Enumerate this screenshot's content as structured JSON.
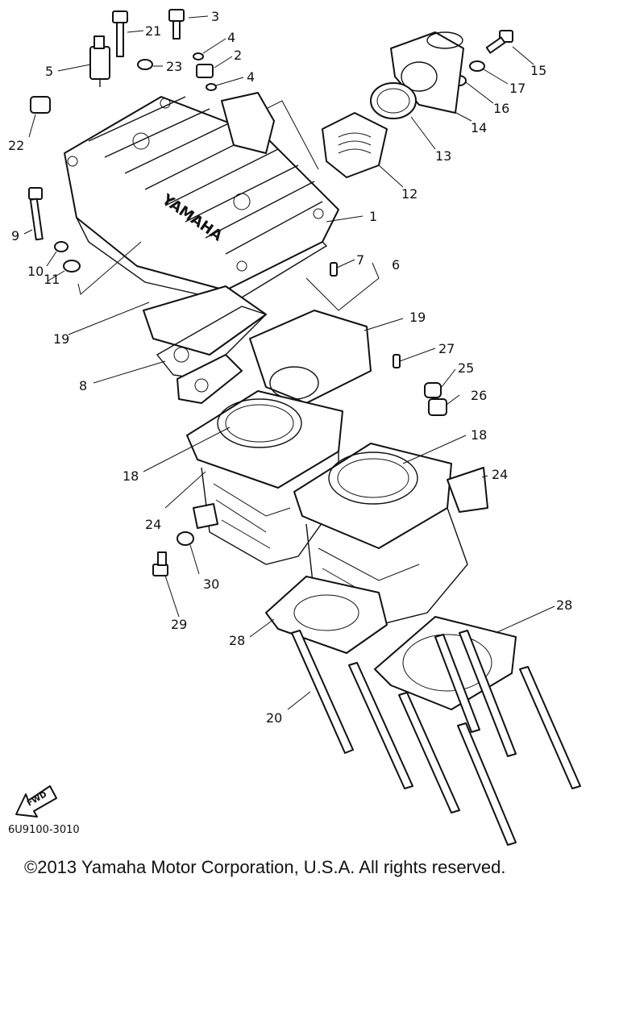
{
  "diagram": {
    "part_numbers": [
      "1",
      "2",
      "3",
      "4",
      "4",
      "5",
      "6",
      "7",
      "8",
      "9",
      "10",
      "11",
      "12",
      "13",
      "14",
      "15",
      "16",
      "17",
      "18",
      "18",
      "19",
      "19",
      "20",
      "21",
      "22",
      "23",
      "24",
      "24",
      "25",
      "26",
      "27",
      "28",
      "28",
      "29",
      "30"
    ],
    "logo_text": "YAMAHA",
    "fwd_label": "FWD",
    "code": "6U9100-3010"
  },
  "copyright": "©2013 Yamaha Motor Corporation, U.S.A. All rights reserved."
}
